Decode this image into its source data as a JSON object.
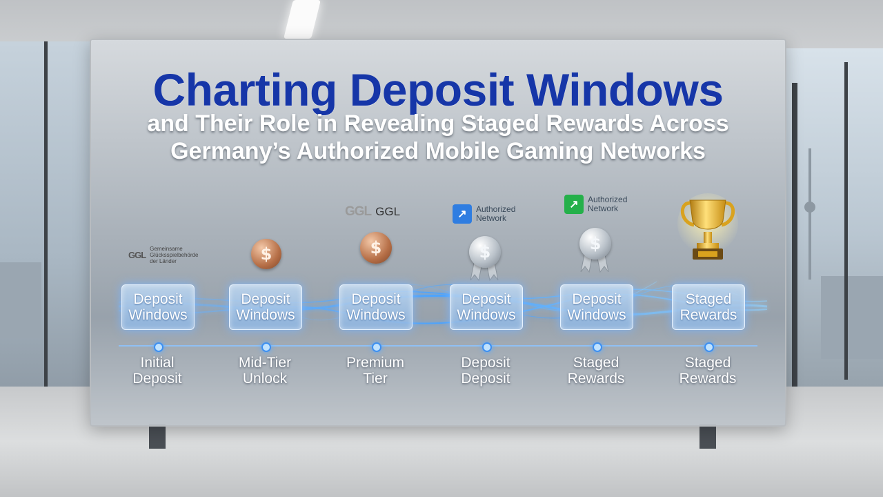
{
  "board": {
    "title": "Charting Deposit Windows",
    "subtitle_line1": "and Their Role in Revealing Staged Rewards Across",
    "subtitle_line2": "Germany’s Authorized Mobile Gaming Networks"
  },
  "colors": {
    "title": "#1636a8",
    "flow_glow": "#4aa3ff",
    "node_fill": "#a9c9ec",
    "auth_blue": "#2f7de1",
    "auth_green": "#25b04a",
    "trophy_gold": "#e0a81c"
  },
  "badges": {
    "ggl_small_mark": "GGL",
    "ggl_small_text": [
      "Gemeinsame",
      "Glücksspielbehörde",
      "der Länder"
    ],
    "ggl_mark": "GGL",
    "ggl_text": "GGL",
    "auth_blue_line1": "Authorized",
    "auth_blue_line2": "Network",
    "auth_green_line1": "Authorized",
    "auth_green_line2": "Network"
  },
  "stages": [
    {
      "node_line1": "Deposit",
      "node_line2": "Windows",
      "label_line1": "Initial",
      "label_line2": "Deposit",
      "icon": "ggl-seal"
    },
    {
      "node_line1": "Deposit",
      "node_line2": "Windows",
      "label_line1": "Mid-Tier",
      "label_line2": "Unlock",
      "icon": "bronze-coin-icon"
    },
    {
      "node_line1": "Deposit",
      "node_line2": "Windows",
      "label_line1": "Premium",
      "label_line2": "Tier",
      "icon": "bronze-coin-icon"
    },
    {
      "node_line1": "Deposit",
      "node_line2": "Windows",
      "label_line1": "Deposit",
      "label_line2": "Deposit",
      "icon": "silver-medal-icon"
    },
    {
      "node_line1": "Deposit",
      "node_line2": "Windows",
      "label_line1": "Staged",
      "label_line2": "Rewards",
      "icon": "silver-medal-icon"
    },
    {
      "node_line1": "Staged",
      "node_line2": "Rewards",
      "label_line1": "Staged",
      "label_line2": "Rewards",
      "icon": "gold-trophy-icon"
    }
  ],
  "coin_symbol": "$"
}
